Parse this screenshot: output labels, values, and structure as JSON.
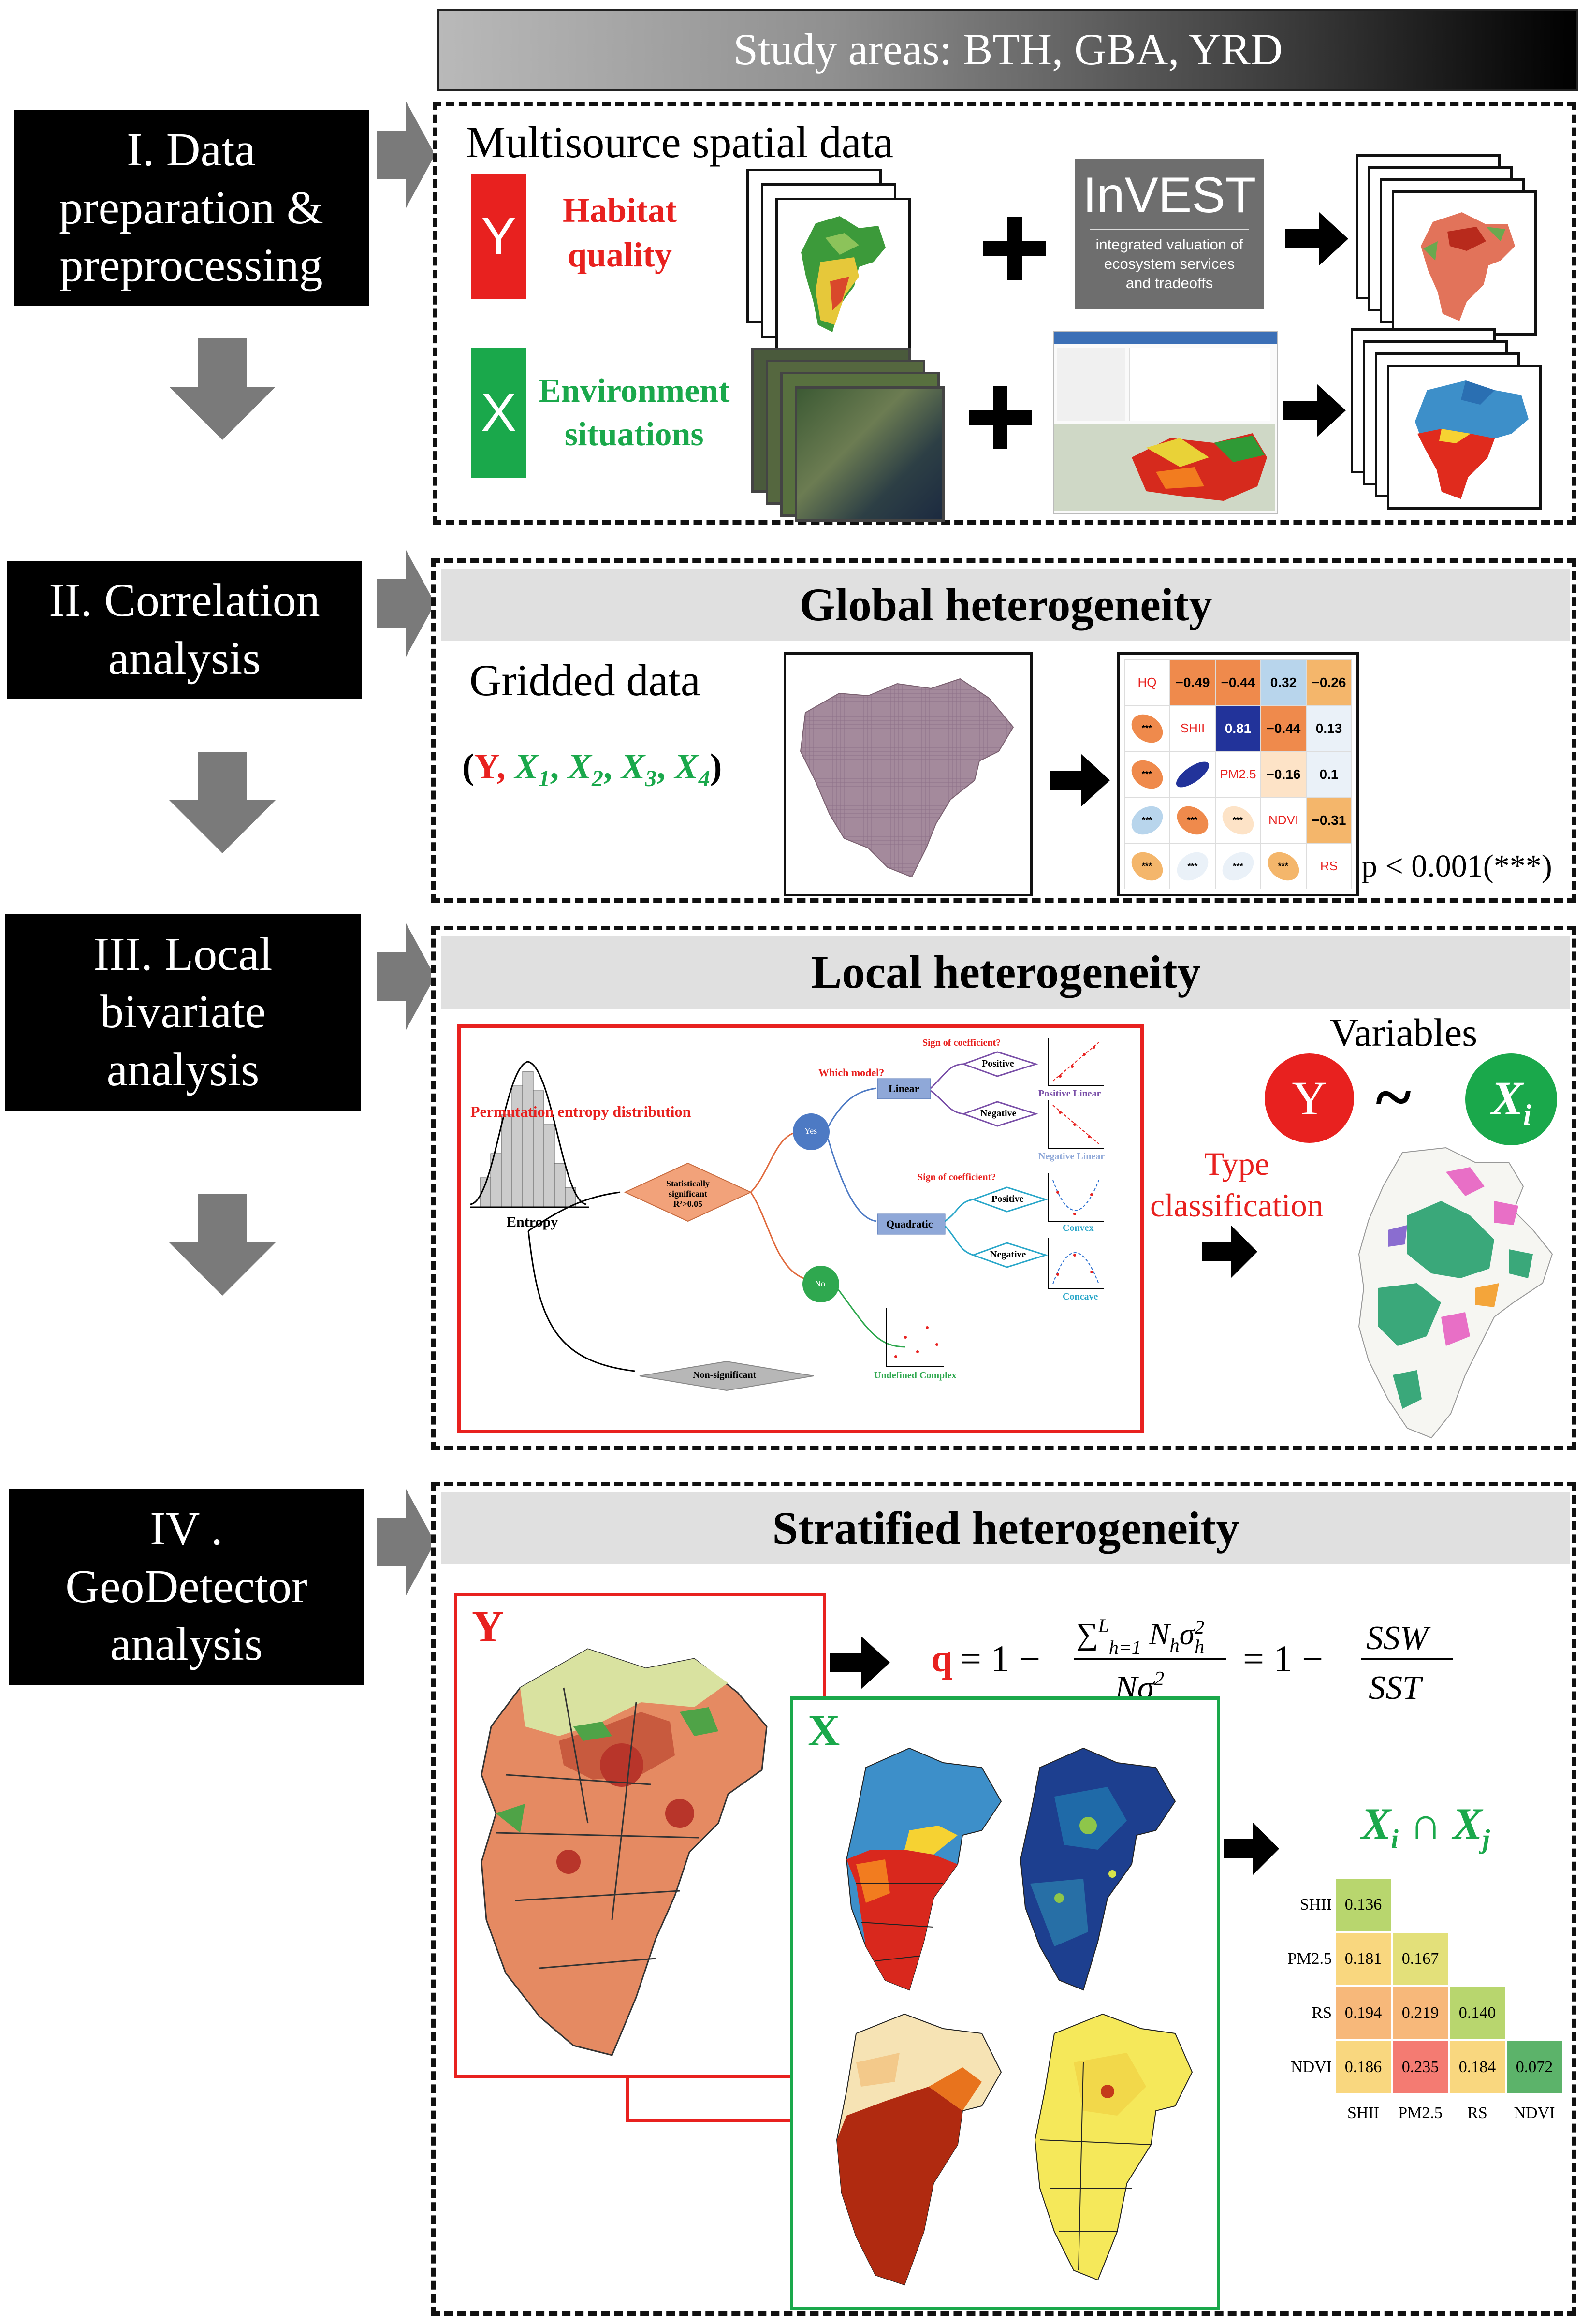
{
  "header": {
    "title": "Study areas: BTH, GBA, YRD"
  },
  "stages": [
    {
      "lines": [
        "I. Data",
        "preparation &",
        "preprocessing"
      ]
    },
    {
      "lines": [
        "II. Correlation",
        "analysis"
      ]
    },
    {
      "lines": [
        "III. Local",
        "bivariate",
        "analysis"
      ]
    },
    {
      "lines": [
        "IV .",
        "GeoDetector",
        "analysis"
      ]
    }
  ],
  "panel1": {
    "title": "Multisource spatial data",
    "y_letter": "Y",
    "y_label": [
      "Habitat",
      "quality"
    ],
    "x_letter": "X",
    "x_label": [
      "Environment",
      "situations"
    ],
    "invest_title": "InVEST",
    "invest_sub": [
      "integrated valuation of",
      "ecosystem services",
      "and tradeoffs"
    ],
    "colors": {
      "y": "#e8211f",
      "x": "#1aa84b",
      "invest_bg": "#6e6e6e"
    }
  },
  "panel2": {
    "band": "Global heterogeneity",
    "gridded": "Gridded data",
    "tuple": {
      "open": "(",
      "y": "Y",
      "sep": ",",
      "vars": [
        "X",
        "X",
        "X",
        "X"
      ],
      "subs": [
        "1",
        "2",
        "3",
        "4"
      ],
      "close": ")"
    },
    "pvalue": "p < 0.001(***)",
    "matrix": {
      "labels": [
        "HQ",
        "SHII",
        "PM2.5",
        "NDVI",
        "RS"
      ],
      "upper": [
        [
          "−0.49",
          "−0.44",
          "0.32",
          "−0.26"
        ],
        [
          "0.81",
          "−0.44",
          "0.13"
        ],
        [
          "−0.16",
          "0.1"
        ],
        [
          "−0.31"
        ]
      ],
      "sig": "***"
    }
  },
  "panel3": {
    "band": "Local heterogeneity",
    "variables": "Variables",
    "y": "Y",
    "tilde": "~",
    "xi": "X",
    "xi_sub": "i",
    "type_classification": [
      "Type",
      "classification"
    ],
    "flow": {
      "dist_title": "Permutation entropy distribution",
      "entropy": "Entropy",
      "stat_sig": [
        "Statistically",
        "significant",
        "R²>0.05"
      ],
      "nonsig": "Non-significant",
      "yes": "Yes",
      "no": "No",
      "which_model": "Which model?",
      "linear": "Linear",
      "quadratic": "Quadratic",
      "sign1": "Sign of coefficient?",
      "sign2": "Sign of coefficient?",
      "positive": "Positive",
      "negative": "Negative",
      "positive2": "Positive",
      "negative2": "Negative",
      "pos_linear": "Positive Linear",
      "neg_linear": "Negative Linear",
      "convex": "Convex",
      "concave": "Concave",
      "undefined": "Undefined Complex"
    }
  },
  "panel4": {
    "band": "Stratified heterogeneity",
    "y_label": "Y",
    "x_label": "X",
    "formula": {
      "q": "q",
      "eq1": "= 1 −",
      "num": "∑ N σ²",
      "den": "Nσ²",
      "eq2": "= 1 −",
      "num2": "SSW",
      "den2": "SST"
    },
    "xij": {
      "xi": "X",
      "i": "i",
      "cap": " ∩ ",
      "xj": "X",
      "j": "j"
    },
    "table": {
      "rows": [
        "SHII",
        "PM2.5",
        "RS",
        "NDVI"
      ],
      "cols": [
        "SHII",
        "PM2.5",
        "RS",
        "NDVI"
      ],
      "values": [
        [
          "0.136"
        ],
        [
          "0.181",
          "0.167"
        ],
        [
          "0.194",
          "0.219",
          "0.140"
        ],
        [
          "0.186",
          "0.235",
          "0.184",
          "0.072"
        ]
      ]
    }
  }
}
